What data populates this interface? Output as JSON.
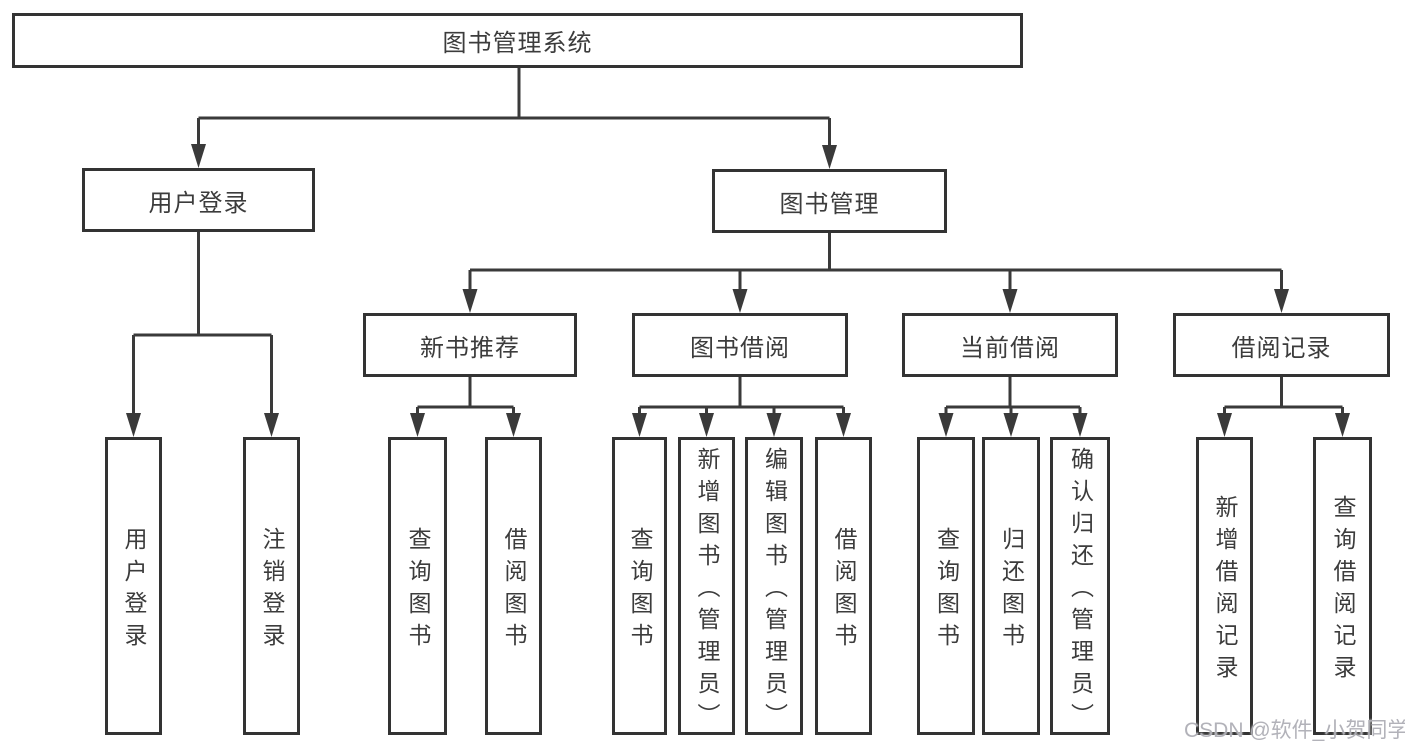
{
  "title": "图书管理系统",
  "watermark": "CSDN @软件_小贺同学",
  "branches": {
    "user_login": {
      "label": "用户登录",
      "children": {
        "login": "用户登录",
        "logout": "注销登录"
      }
    },
    "book_mgmt": {
      "label": "图书管理",
      "sections": {
        "new_book": {
          "label": "新书推荐",
          "children": {
            "c1": "查询图书",
            "c2": "借阅图书"
          }
        },
        "borrow": {
          "label": "图书借阅",
          "children": {
            "c1": "查询图书",
            "c2": "新增图书（管理员）",
            "c3": "编辑图书（管理员）",
            "c4": "借阅图书"
          }
        },
        "current": {
          "label": "当前借阅",
          "children": {
            "c1": "查询图书",
            "c2": "归还图书",
            "c3": "确认归还（管理员）"
          }
        },
        "records": {
          "label": "借阅记录",
          "children": {
            "c1": "新增借阅记录",
            "c2": "查询借阅记录"
          }
        }
      }
    }
  }
}
